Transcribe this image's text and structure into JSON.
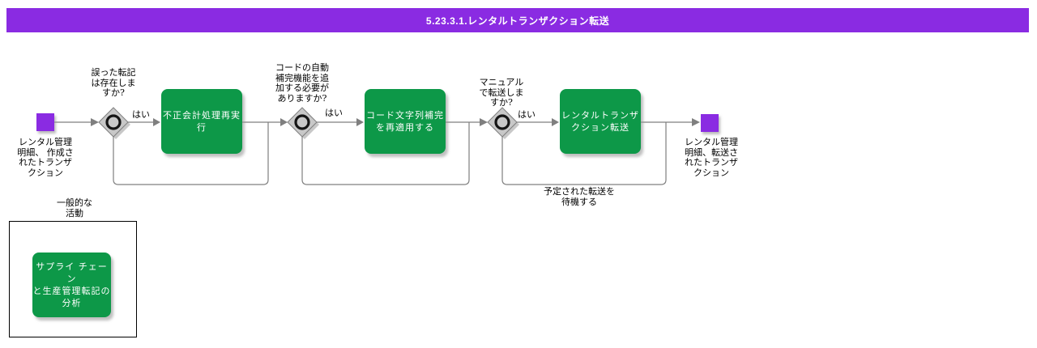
{
  "title": "5.23.3.1.レンタルトランザクション転送",
  "colors": {
    "accent_purple": "#8A2BE2",
    "task_green": "#0D9848",
    "connector_gray": "#7F7F7F",
    "gateway_gray": "#C8C8C8"
  },
  "diagram": {
    "start_event": {
      "label": "レンタル管理\n明細、 作成さ\nれたトランザ\nクション"
    },
    "end_event": {
      "label": "レンタル管理\n明細、転送さ\nれたトランザ\nクション"
    },
    "gateways": [
      {
        "question": "誤った転記\nは存在しま\nすか?",
        "yes_label": "はい"
      },
      {
        "question": "コードの自動\n補完機能を追\n加する必要が\nありますか?",
        "yes_label": "はい"
      },
      {
        "question": "マニュアル\nで転送しま\nすか?",
        "yes_label": "はい"
      }
    ],
    "tasks": [
      {
        "label": "不正会計処理再実\n行"
      },
      {
        "label": "コード文字列補完\nを再適用する"
      },
      {
        "label": "レンタルトランザ\nクション転送"
      }
    ],
    "wait_label": "予定された転送を\n待機する",
    "legend": {
      "title": "一般的な\n活動",
      "item_label": "サプライ チェーン\nと生産管理転記の\n分析"
    }
  }
}
